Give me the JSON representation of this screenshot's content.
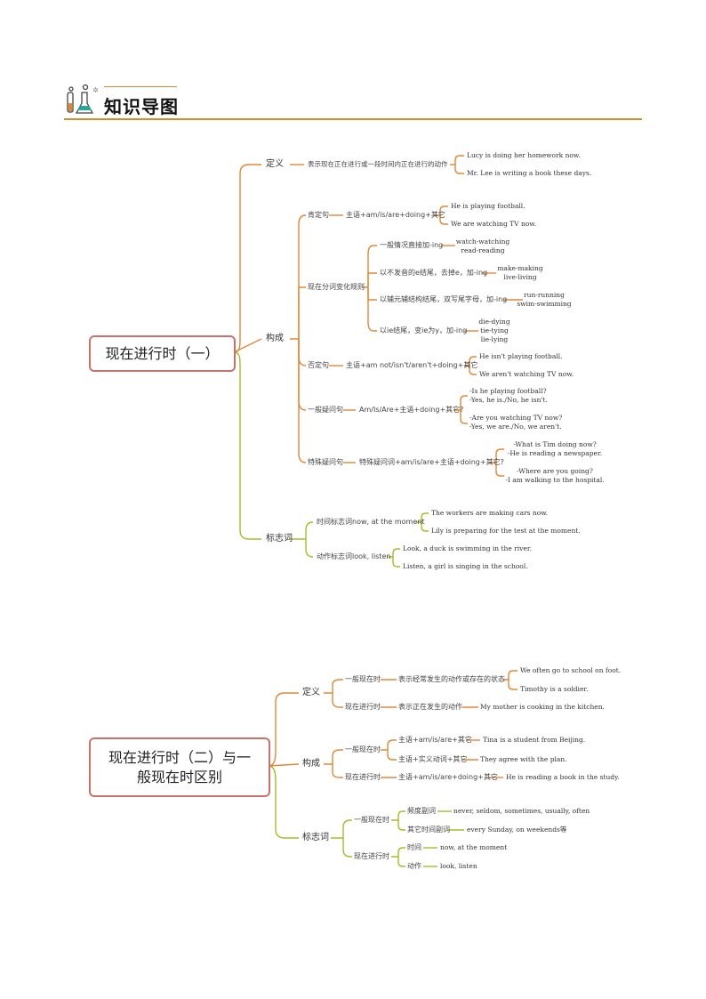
{
  "header": {
    "title": "知识导图"
  },
  "map1": {
    "root": "现在进行时（一）",
    "def": {
      "label": "定义",
      "desc": "表示现在正在进行或一段时间内正在进行的动作",
      "ex1": "Lucy is doing her homework now.",
      "ex2": "Mr. Lee is writing a book these days."
    },
    "form": {
      "label": "构成",
      "aff": {
        "label": "肯定句",
        "rule": "主语+am/is/are+doing+其它",
        "ex1": "He is playing football.",
        "ex2": "We are watching TV now."
      },
      "part": {
        "label": "现在分词变化规则",
        "r1": {
          "label": "一般情况直接加-ing",
          "ex": [
            "watch-watching",
            "read-reading"
          ]
        },
        "r2": {
          "label": "以不发音的e结尾，去掉e，加-ing",
          "ex": [
            "make-making",
            "live-living"
          ]
        },
        "r3": {
          "label": "以辅元辅结构结尾，双写尾字母，加-ing",
          "ex": [
            "run-running",
            "swim-swimming"
          ]
        },
        "r4": {
          "label": "以ie结尾，变ie为y，加-ing",
          "ex": [
            "die-dying",
            "tie-tying",
            "lie-lying"
          ]
        }
      },
      "neg": {
        "label": "否定句",
        "rule": "主语+am not/isn't/aren't+doing+其它",
        "ex1": "He isn't playing football.",
        "ex2": "We aren't watching TV now."
      },
      "q": {
        "label": "一般疑问句",
        "rule": "Am/Is/Are+主语+doing+其它?",
        "ex": [
          "-Is he playing football?",
          "-Yes, he is./No, he isn't.",
          "-Are you watching TV now?",
          "-Yes, we are./No, we aren't."
        ]
      },
      "wh": {
        "label": "特殊疑问句",
        "rule": "特殊疑问词+am/is/are+主语+doing+其它?",
        "ex": [
          "-What is Tim doing now?",
          "-He is reading a newspaper.",
          "-Where are you going?",
          "-I am walking to the hospital."
        ]
      }
    },
    "sig": {
      "label": "标志词",
      "t": {
        "label": "时间标志词now, at the moment",
        "ex1": "The workers are making cars now.",
        "ex2": "Lily is preparing for the test at the moment."
      },
      "a": {
        "label": "动作标志词look, listen",
        "ex1": "Look, a duck is swimming in the river.",
        "ex2": "Listen, a girl is singing in the school."
      }
    }
  },
  "map2": {
    "root_l1": "现在进行时（二）与一",
    "root_l2": "般现在时区别",
    "def": {
      "label": "定义",
      "gen": {
        "label": "一般现在时",
        "desc": "表示经常发生的动作或存在的状态",
        "ex1": "We often go to school on foot.",
        "ex2": "Timothy is a soldier."
      },
      "prog": {
        "label": "现在进行时",
        "desc": "表示正在发生的动作",
        "ex": "My mother is cooking in the kitchen."
      }
    },
    "form": {
      "label": "构成",
      "gen": {
        "label": "一般现在时",
        "r1": "主语+am/is/are+其它",
        "ex1": "Tina is a student from Beijing.",
        "r2": "主语+实义动词+其它",
        "ex2": "They agree with the plan."
      },
      "prog": {
        "label": "现在进行时",
        "rule": "主语+am/is/are+doing+其它",
        "ex": "He is reading a book in the study."
      }
    },
    "sig": {
      "label": "标志词",
      "gen": {
        "label": "一般现在时",
        "k1": "频度副词",
        "v1": "never, seldom, sometimes, usually, often",
        "k2": "其它时间副词",
        "v2": "every Sunday, on weekends等"
      },
      "prog": {
        "label": "现在进行时",
        "k1": "时间",
        "v1": "now, at the moment",
        "k2": "动作",
        "v2": "look, listen"
      }
    }
  }
}
